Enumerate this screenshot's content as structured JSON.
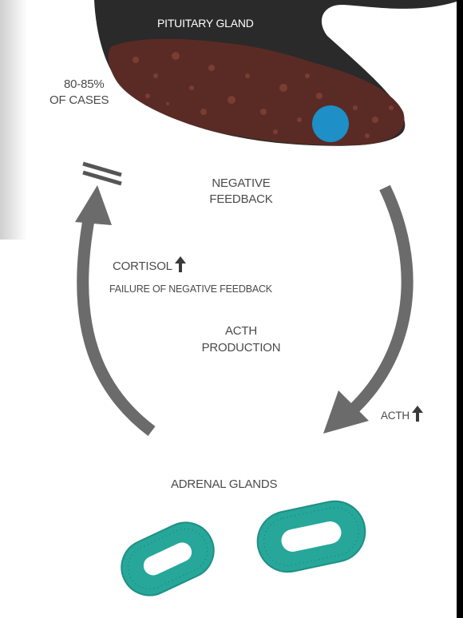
{
  "labels": {
    "pituitary_gland": "PITUITARY GLAND",
    "cases_percent": "80-85%",
    "cases_suffix": "OF CASES",
    "negative_1": "NEGATIVE",
    "negative_2": "FEEDBACK",
    "cortisol": "CORTISOL",
    "failure": "FAILURE OF NEGATIVE FEEDBACK",
    "acth_1": "ACTH",
    "acth_2": "PRODUCTION",
    "acth_level": "ACTH",
    "adrenal": "ADRENAL GLANDS"
  },
  "icons": {
    "cortisol_indicator": "arrow-up-icon",
    "acth_indicator": "arrow-up-icon",
    "feedback_block": "not-equal-bars-icon"
  },
  "colors": {
    "pituitary_dark": "#2a2a2a",
    "pituitary_tissue": "#5a2b25",
    "tumor": "#1e8fc7",
    "arrow": "#6b6b6b",
    "adrenal": "#26a79a",
    "text": "#4a4a4a"
  }
}
